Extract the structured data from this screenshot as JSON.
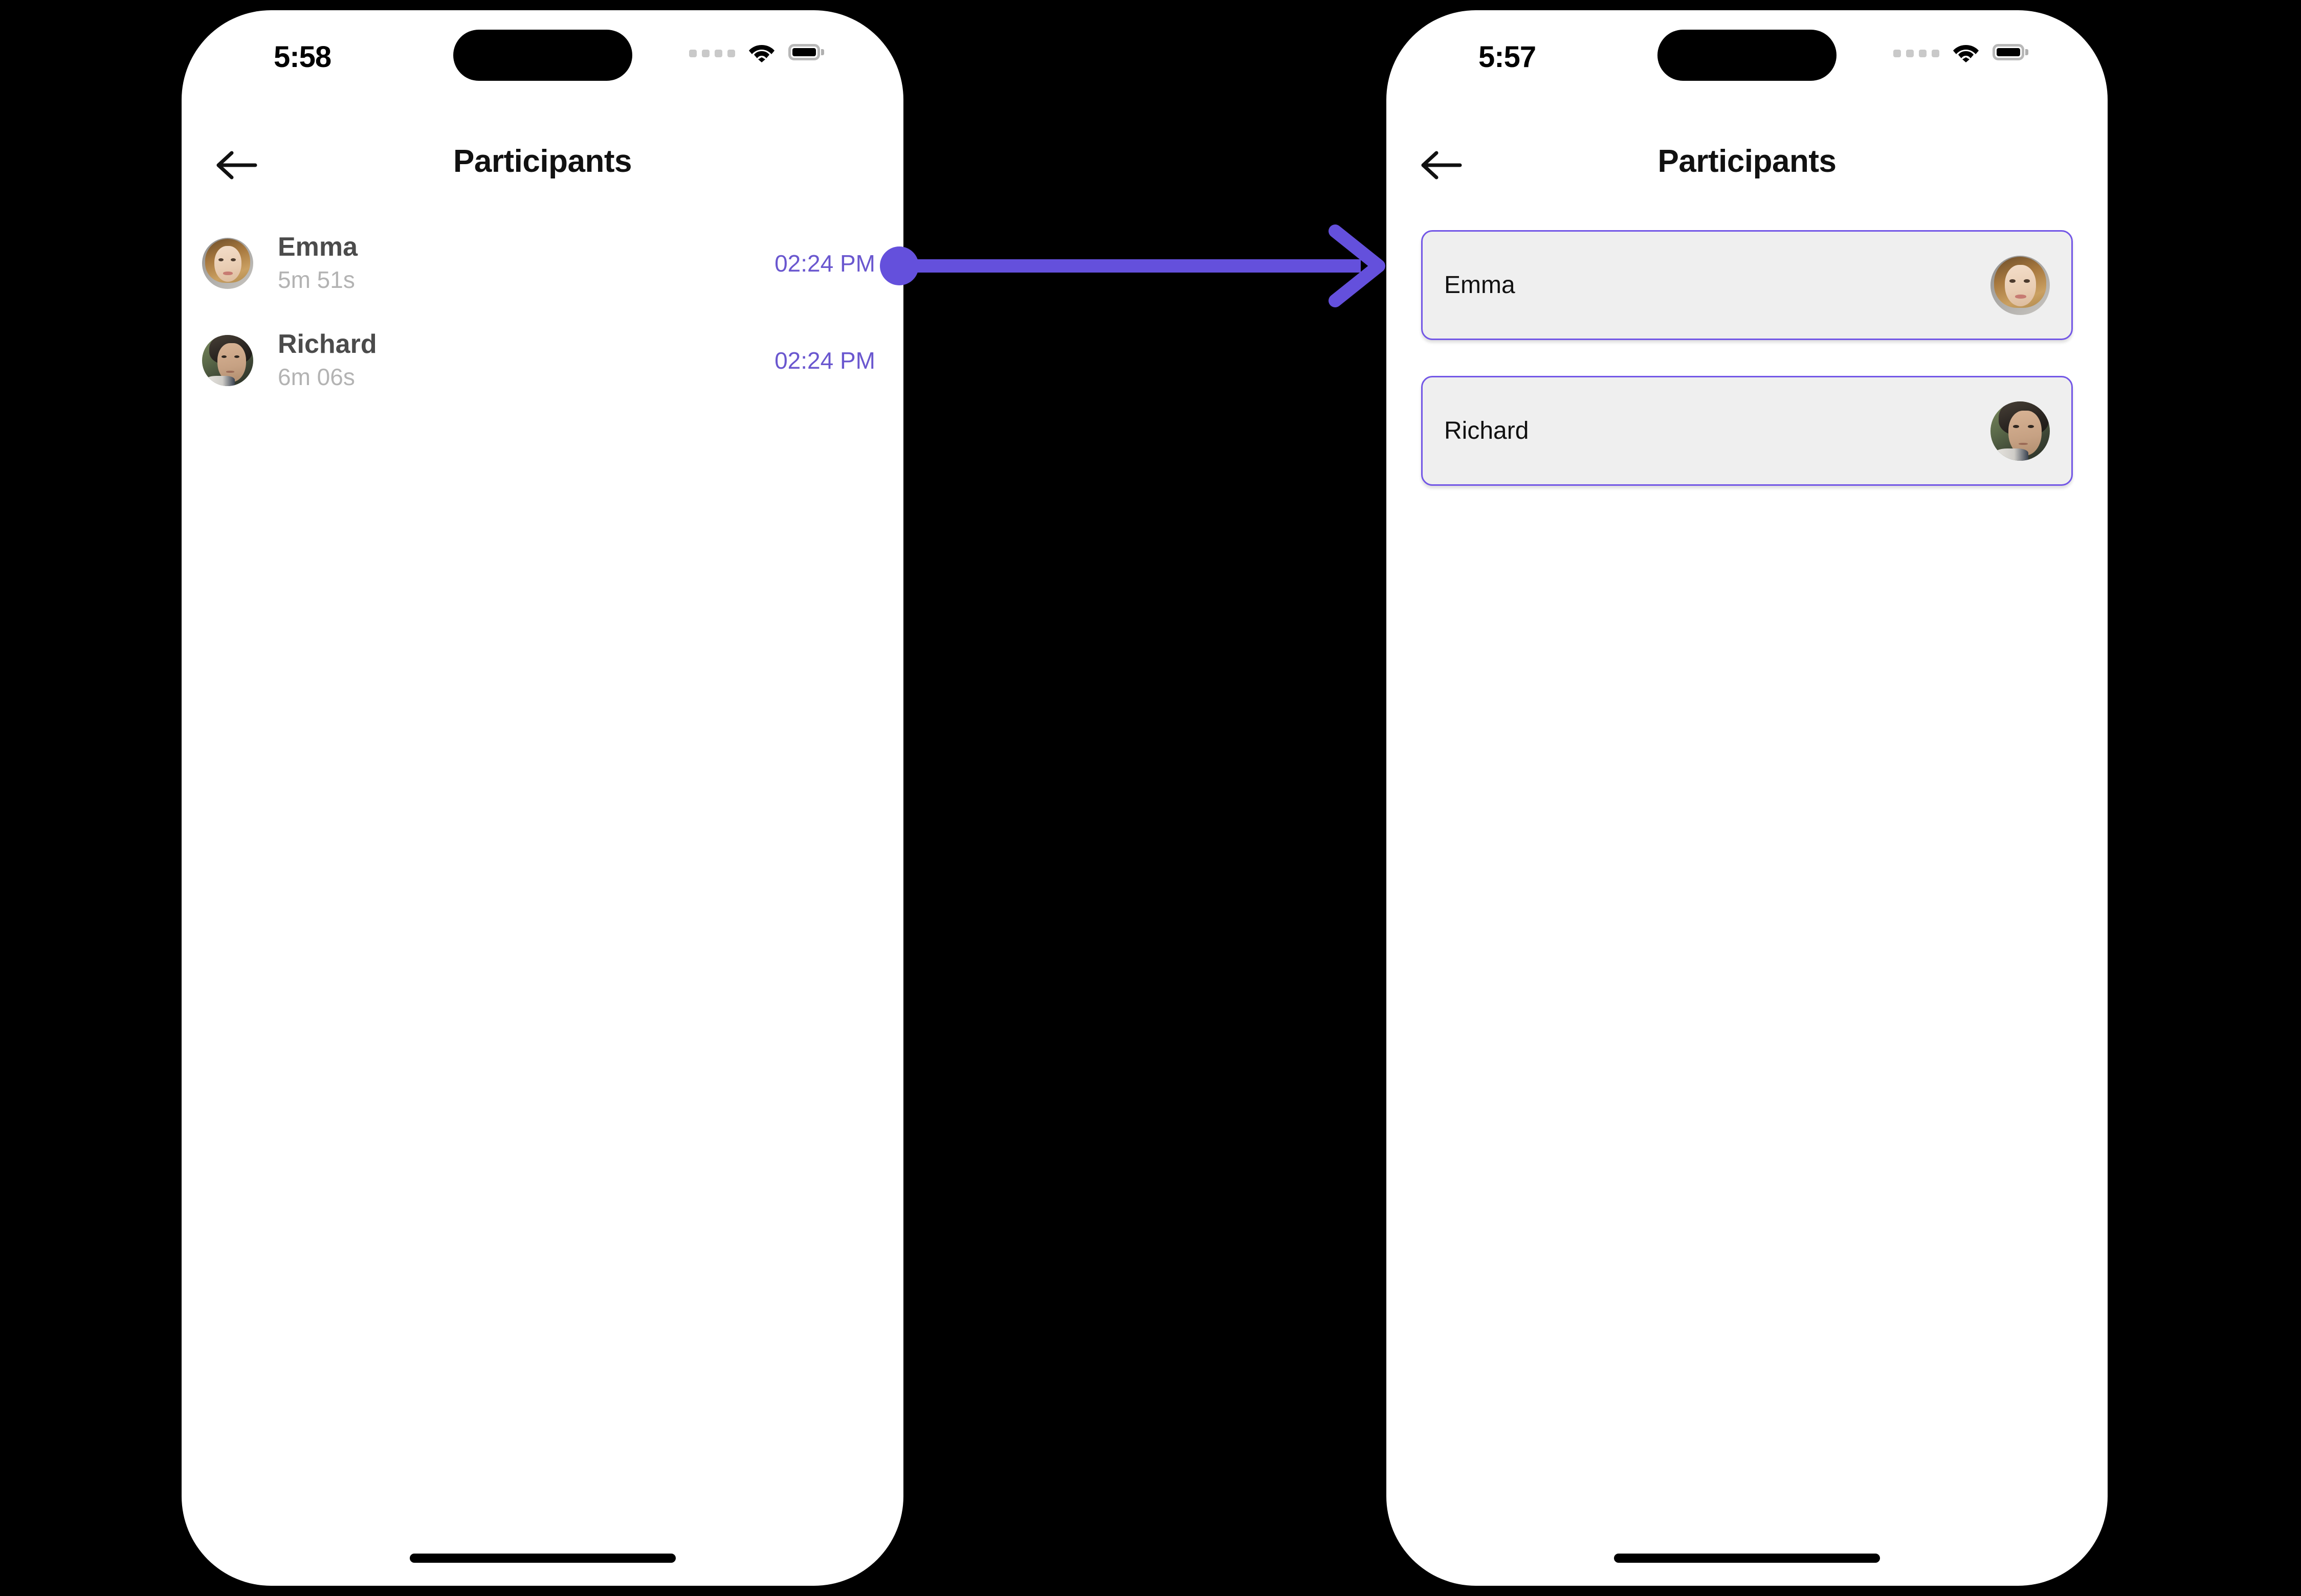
{
  "theme": {
    "accent_purple": "#6a57cf",
    "card_border_purple": "#7357e6",
    "card_background": "#efefef",
    "arrow_purple": "#6450dc",
    "page_background": "#000000",
    "phone_background": "#ffffff"
  },
  "screens": [
    {
      "id": "participants-list",
      "status_bar": {
        "time": "5:58",
        "signal_icon": "signal-dots-icon",
        "wifi_icon": "wifi-icon",
        "battery_icon": "battery-full-icon"
      },
      "nav": {
        "back_icon": "arrow-left-icon",
        "title": "Participants"
      },
      "participants": [
        {
          "name": "Emma",
          "duration": "5m 51s",
          "timestamp": "02:24 PM",
          "avatar_icon": "avatar-emma-icon"
        },
        {
          "name": "Richard",
          "duration": "6m 06s",
          "timestamp": "02:24 PM",
          "avatar_icon": "avatar-richard-icon"
        }
      ]
    },
    {
      "id": "participants-cards",
      "status_bar": {
        "time": "5:57",
        "signal_icon": "signal-dots-icon",
        "wifi_icon": "wifi-icon",
        "battery_icon": "battery-full-icon"
      },
      "nav": {
        "back_icon": "arrow-left-icon",
        "title": "Participants"
      },
      "cards": [
        {
          "name": "Emma",
          "avatar_icon": "avatar-emma-icon"
        },
        {
          "name": "Richard",
          "avatar_icon": "avatar-richard-icon"
        }
      ]
    }
  ],
  "annotation": {
    "type": "flow-arrow",
    "from": "participants-list-row-emma",
    "to": "participants-cards-screen",
    "label": ""
  }
}
